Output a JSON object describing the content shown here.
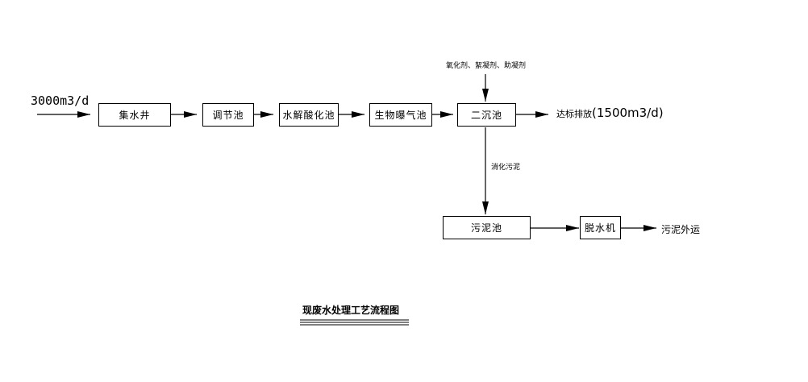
{
  "diagram": {
    "title": "现废水处理工艺流程图",
    "input_label": "3000m3/d",
    "chemicals_label": "氧化剂、絮凝剂、助凝剂",
    "output_label_cn": "达标排放",
    "output_label_flow": "(1500m3/d)",
    "sludge_flow_label": "消化污泥",
    "final_label": "污泥外运",
    "nodes": {
      "collection_well": "集水井",
      "equalization_tank": "调节池",
      "hydrolysis_tank": "水解酸化池",
      "bio_aeration_tank": "生物曝气池",
      "secondary_clarifier": "二沉池",
      "sludge_tank": "污泥池",
      "dewatering_machine": "脱水机"
    }
  }
}
